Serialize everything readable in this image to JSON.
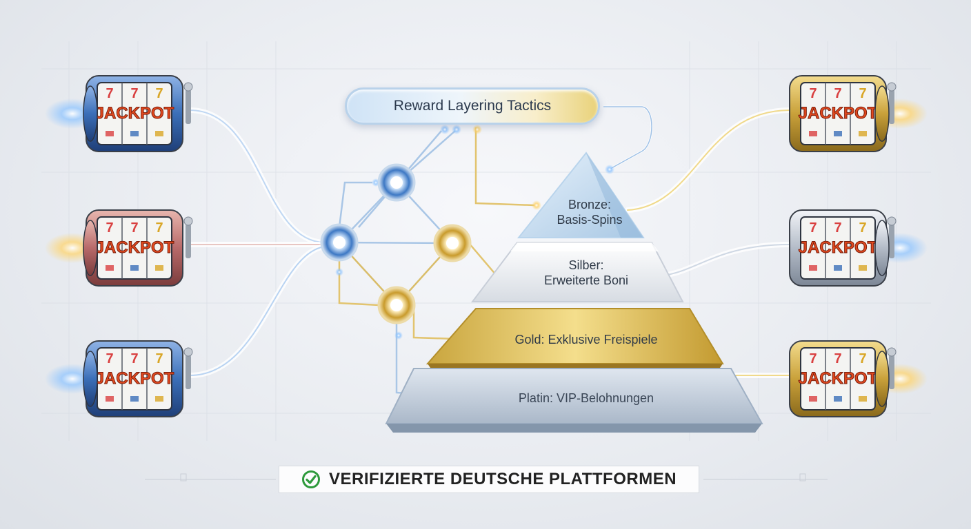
{
  "title": "Reward Layering Tactics",
  "tiers": [
    {
      "line1": "Bronze:",
      "line2": "Basis-Spins"
    },
    {
      "line1": "Silber:",
      "line2": "Erweiterte Boni"
    },
    {
      "line1": "Gold: Exklusive Freispiele",
      "line2": ""
    },
    {
      "line1": "Platin: VIP-Belohnungen",
      "line2": ""
    }
  ],
  "slot_label": "JACKPOT",
  "slot_sevens": "777",
  "banner": {
    "text": "VERIFIZIERTE DEUTSCHE PLATTFORMEN",
    "icon": "checkmark-circle-icon"
  },
  "colors": {
    "blue": "#3b6fb8",
    "rose": "#b86a6a",
    "gold": "#c9a13a",
    "silver": "#9aa4b2",
    "check": "#2e9a3c"
  }
}
